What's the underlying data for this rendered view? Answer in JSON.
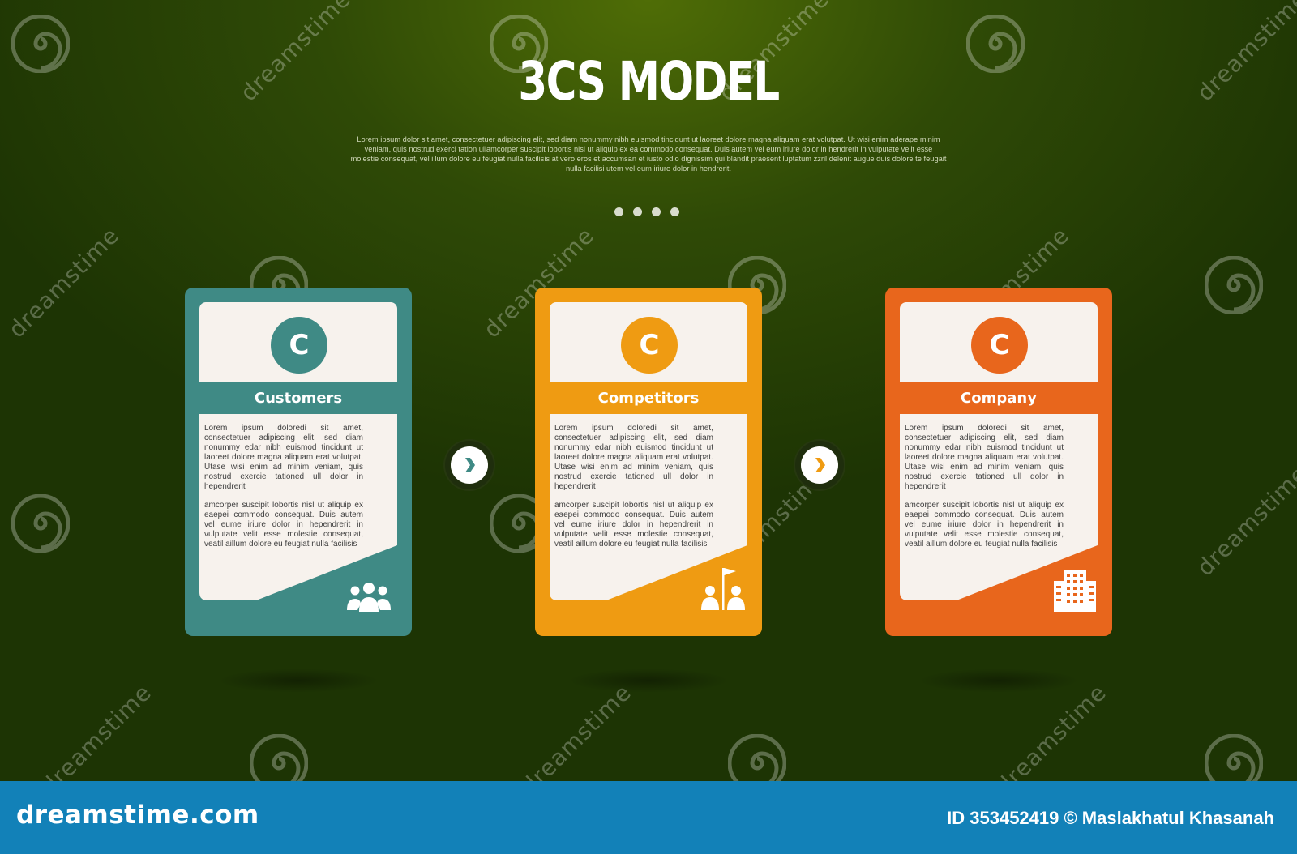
{
  "header": {
    "title": "3CS MODEL",
    "subtitle": "Lorem ipsum dolor sit amet, consectetuer adipiscing elit, sed diam nonummy nibh euismod tincidunt ut laoreet dolore magna aliquam erat volutpat. Ut wisi enim aderape minim veniam, quis nostrud exerci tation ullamcorper suscipit lobortis nisl ut aliquip ex ea commodo consequat. Duis autem vel eum iriure dolor in hendrerit in vulputate velit esse molestie consequat, vel illum dolore eu feugiat nulla facilisis at vero eros et accumsan et iusto odio dignissim qui blandit praesent luptatum zzril delenit augue duis dolore te feugait nulla facilisi utem vel eum iriure dolor in hendrerit."
  },
  "cards": [
    {
      "letter": "C",
      "name": "Customers",
      "color": "#3f8a85",
      "icon": "people-group-icon",
      "paragraph1": "Lorem ipsum doloredi sit amet, consectetuer adipiscing elit, sed diam nonummy edar nibh euismod tincidunt ut laoreet dolore magna aliquam erat volutpat. Utase wisi enim ad minim veniam, quis nostrud exercie tationed ull dolor in hependrerit",
      "paragraph2": "amcorper suscipit lobortis nisl ut aliquip ex eaepei commodo consequat. Duis autem vel eume iriure dolor in hependrerit in vulputate velit esse molestie consequat, veatil aillum dolore eu feugiat nulla facilisis"
    },
    {
      "letter": "C",
      "name": "Competitors",
      "color": "#ef9b12",
      "icon": "competitors-flag-icon",
      "paragraph1": "Lorem ipsum doloredi sit amet, consectetuer adipiscing elit, sed diam nonummy edar nibh euismod tincidunt ut laoreet dolore magna aliquam erat volutpat. Utase wisi enim ad minim veniam, quis nostrud exercie tationed ull dolor in hependrerit",
      "paragraph2": "amcorper suscipit lobortis nisl ut aliquip ex eaepei commodo consequat. Duis autem vel eume iriure dolor in hependrerit in vulputate velit esse molestie consequat, veatil aillum dolore eu feugiat nulla facilisis"
    },
    {
      "letter": "C",
      "name": "Company",
      "color": "#e8661c",
      "icon": "building-icon",
      "paragraph1": "Lorem ipsum doloredi sit amet, consectetuer adipiscing elit, sed diam nonummy edar nibh euismod tincidunt ut laoreet dolore magna aliquam erat volutpat. Utase wisi enim ad minim veniam, quis nostrud exercie tationed ull dolor in hependrerit",
      "paragraph2": "amcorper suscipit lobortis nisl ut aliquip ex eaepei commodo consequat. Duis autem vel eume iriure dolor in hependrerit in vulputate velit esse molestie consequat, veatil aillum dolore eu feugiat nulla facilisis"
    }
  ],
  "connectors": [
    {
      "icon": "chevron-right-icon",
      "color": "#3f8a85"
    },
    {
      "icon": "chevron-right-icon",
      "color": "#ef9b12"
    }
  ],
  "footer": {
    "brand": "dreamstime.com",
    "credit": "ID 353452419 © Maslakhatul Khasanah"
  },
  "watermark": {
    "text": "dreamstime"
  },
  "colors": {
    "background_top": "#4f6d06",
    "background_bottom": "#1d3404",
    "footer_bar": "#1281b8",
    "panel": "#f7f2ed"
  }
}
